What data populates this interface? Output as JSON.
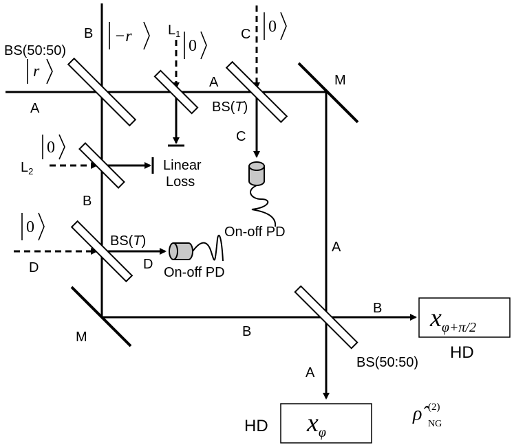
{
  "beams": {
    "A": "A",
    "B": "B",
    "C": "C",
    "D": "D",
    "L": "L",
    "L1_index": "1",
    "L2_index": "2"
  },
  "components": {
    "bs_50_50": "BS(50:50)",
    "bs_T_prefix": "BS(",
    "bs_T_symbol": "T",
    "bs_T_suffix": ")",
    "mirror": "M",
    "linear_loss_line1": "Linear",
    "linear_loss_line2": "Loss",
    "onoff_pd": "On-off PD",
    "hd": "HD"
  },
  "states": {
    "vacuum": "0",
    "r_in": "r",
    "minus_r": "−r"
  },
  "quadratures": {
    "x": "x",
    "phi": "φ",
    "phi_plus": "φ+π/2"
  },
  "output_state": {
    "rho": "ρ̂",
    "superscript": "(2)",
    "subscript": "NG"
  },
  "colors": {
    "line": "#000000",
    "beam_splitter_fill": "#ffffff",
    "detector_fill": "#c8c8c8"
  }
}
